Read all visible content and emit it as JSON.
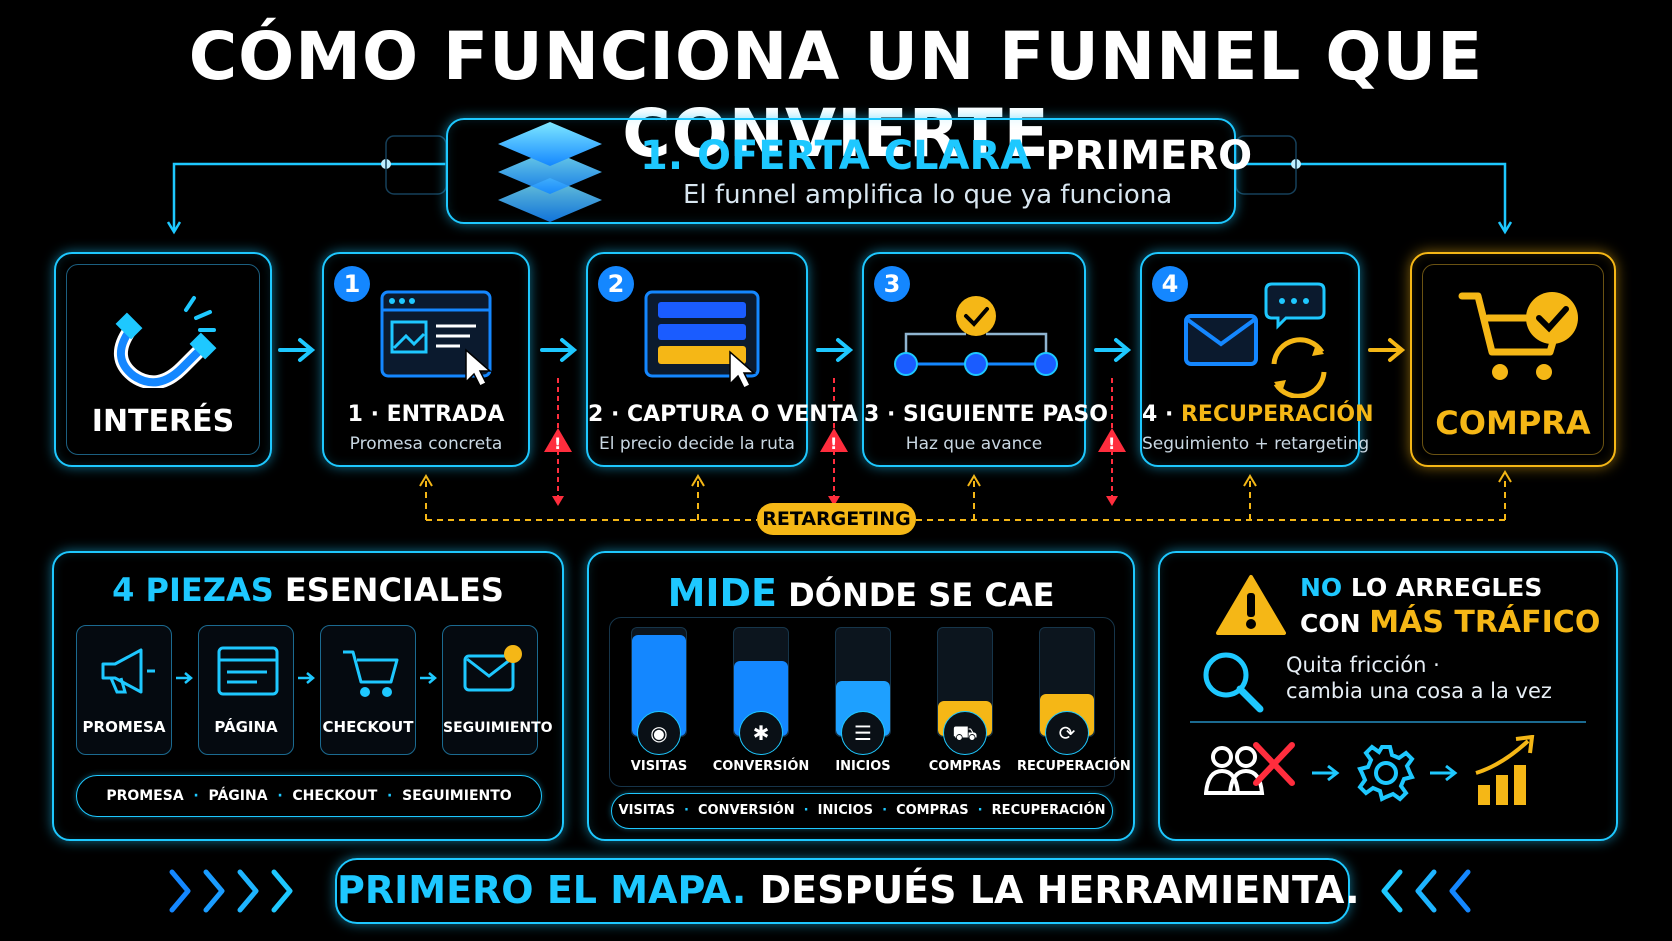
{
  "title": "CÓMO FUNCIONA UN FUNNEL QUE CONVIERTE",
  "offer": {
    "number": "1.",
    "highlight": "OFERTA CLARA",
    "rest": "PRIMERO",
    "subtitle": "El funnel amplifica lo que ya funciona"
  },
  "steps": [
    {
      "label": "INTERÉS",
      "icon": "magnet-icon"
    },
    {
      "badge": "1",
      "label_prefix": "1 · ",
      "label": "ENTRADA",
      "sub": "Promesa concreta",
      "icon": "landing-page-icon"
    },
    {
      "badge": "2",
      "label_prefix": "2 · ",
      "label": "CAPTURA O VENTA",
      "sub": "El precio decide la ruta",
      "icon": "form-icon"
    },
    {
      "badge": "3",
      "label_prefix": "3 · ",
      "label": "SIGUIENTE PASO",
      "sub": "Haz que avance",
      "icon": "flow-icon"
    },
    {
      "badge": "4",
      "label_prefix": "4 · ",
      "label": "RECUPERACIÓN",
      "sub": "Seguimiento + retargeting",
      "icon": "email-recovery-icon"
    },
    {
      "label": "COMPRA",
      "icon": "cart-check-icon"
    }
  ],
  "retargeting": "RETARGETING",
  "pieces": {
    "title_highlight": "4 PIEZAS",
    "title_rest": "ESENCIALES",
    "items": [
      {
        "label": "PROMESA",
        "icon": "megaphone-icon"
      },
      {
        "label": "PÁGINA",
        "icon": "page-icon"
      },
      {
        "label": "CHECKOUT",
        "icon": "cart-icon"
      },
      {
        "label": "SEGUIMIENTO",
        "icon": "mail-notification-icon"
      }
    ],
    "pill": [
      "PROMESA",
      "PÁGINA",
      "CHECKOUT",
      "SEGUIMIENTO"
    ]
  },
  "measure": {
    "title_highlight": "MIDE",
    "title_rest": "DÓNDE SE CAE",
    "bars": [
      {
        "label": "VISITAS",
        "level": 0.92,
        "color": "#1487ff",
        "icon": "eye-icon"
      },
      {
        "label": "CONVERSIÓN",
        "level": 0.68,
        "color": "#1487ff",
        "icon": "click-icon"
      },
      {
        "label": "INICIOS",
        "level": 0.5,
        "color": "#1ea0ff",
        "icon": "list-icon"
      },
      {
        "label": "COMPRAS",
        "level": 0.32,
        "color": "#f5b716",
        "icon": "cart-icon"
      },
      {
        "label": "RECUPERACIÓN",
        "level": 0.38,
        "color": "#f5b716",
        "icon": "recover-icon"
      }
    ],
    "pill": [
      "VISITAS",
      "CONVERSIÓN",
      "INICIOS",
      "COMPRAS",
      "RECUPERACIÓN"
    ]
  },
  "fix": {
    "line1_highlight": "NO",
    "line1_rest": "LO ARREGLES",
    "line2_prefix": "CON",
    "line2_highlight": "MÁS TRÁFICO",
    "body1": "Quita fricción ·",
    "body2": "cambia una cosa a la vez"
  },
  "bottom": {
    "highlight": "PRIMERO EL MAPA.",
    "rest": "DESPUÉS LA HERRAMIENTA."
  },
  "colors": {
    "cyan": "#1ec8ff",
    "blue": "#1487ff",
    "gold": "#f5b716",
    "red": "#ff2d3d"
  }
}
